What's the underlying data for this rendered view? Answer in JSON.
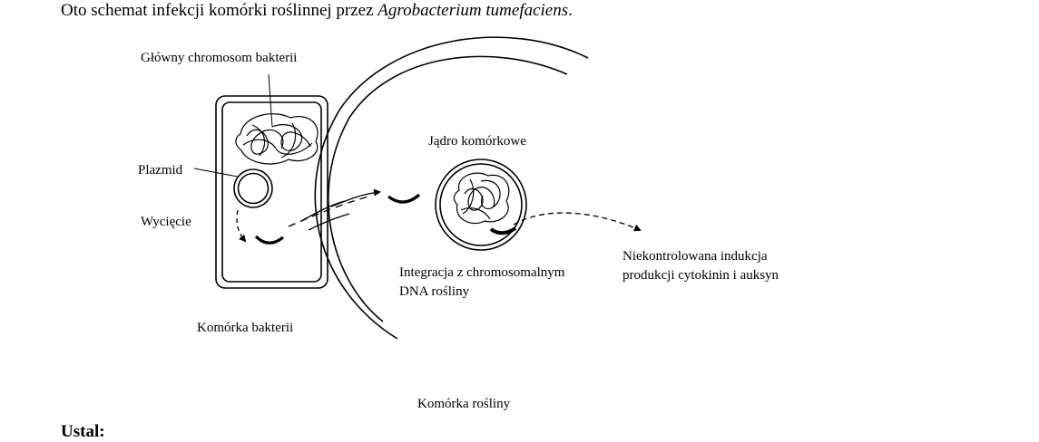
{
  "intro": {
    "prefix": "Oto schemat infekcji komórki roślinnej przez ",
    "species": "Agrobacterium tumefaciens",
    "suffix": "."
  },
  "labels": {
    "main_chromosome": "Główny chromosom bakterii",
    "plasmid": "Plazmid",
    "excision": "Wycięcie",
    "bacterial_cell": "Komórka bakterii",
    "nucleus": "Jądro komórkowe",
    "integration_line1": "Integracja z chromosomalnym",
    "integration_line2": "DNA rośliny",
    "induction_line1": "Niekontrolowana indukcja",
    "induction_line2": "produkcji cytokinin i auksyn",
    "plant_cell": "Komórka rośliny"
  },
  "footer": {
    "label": "Ustal:"
  }
}
